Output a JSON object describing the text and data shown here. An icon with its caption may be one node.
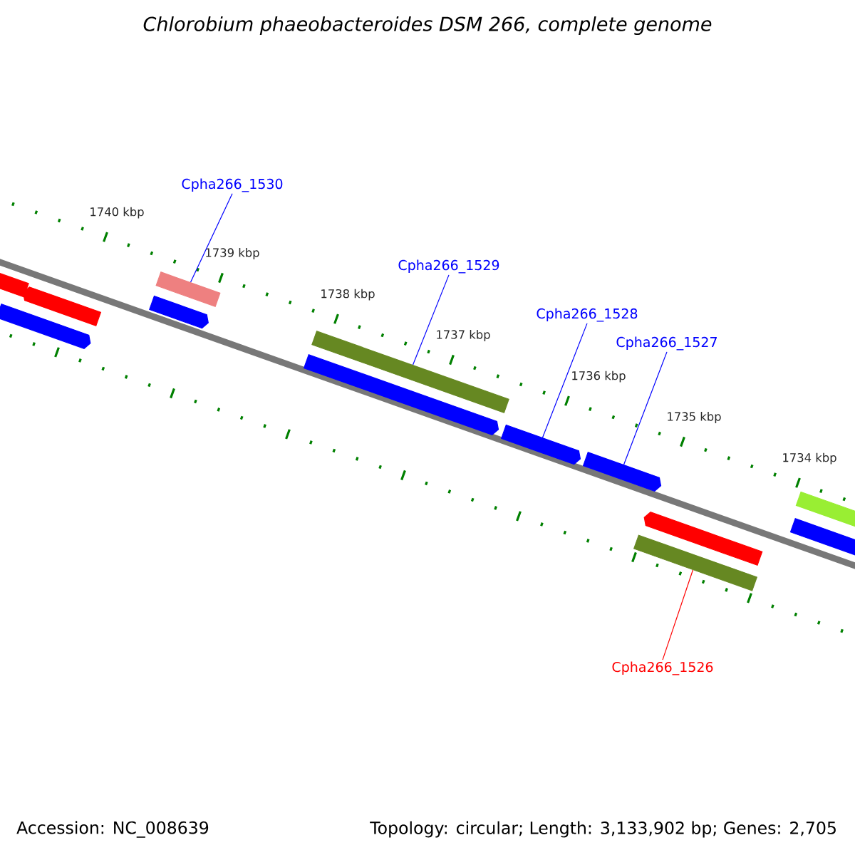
{
  "diagram": {
    "title": "Chlorobium phaeobacteroides DSM 266, complete genome",
    "nodes": [
      {
        "text": [
          "Cpha266_1530"
        ]
      },
      {
        "text": [
          "Cpha266_1529"
        ]
      },
      {
        "text": [
          "Cpha266_1528"
        ]
      },
      {
        "text": [
          "Cpha266_1527"
        ]
      },
      {
        "text": [],
        "shape": "box"
      },
      {
        "text": [],
        "shape": "pentagon"
      },
      {
        "text": [],
        "shape": "pentagon"
      },
      {
        "text": [],
        "shape": "box"
      },
      {
        "text": [],
        "shape": "pentagon"
      },
      {
        "text": [],
        "shape": "box"
      },
      {
        "text": [],
        "shape": "pentagon"
      },
      {
        "text": [],
        "shape": "pentagon"
      },
      {
        "text": [],
        "shape": "pentagon"
      },
      {
        "text": [],
        "shape": "pentagon"
      },
      {
        "text": [],
        "shape": "box"
      },
      {
        "text": [],
        "shape": "box"
      },
      {
        "text": [],
        "shape": "box"
      },
      {
        "text": [
          "Cpha266_1526"
        ]
      }
    ],
    "edges": [
      {
        "from": 0,
        "to": 7,
        "arrow": "none"
      },
      {
        "from": 1,
        "to": 9,
        "arrow": "none"
      },
      {
        "from": 2,
        "to": 11,
        "arrow": "none"
      },
      {
        "from": 3,
        "to": 12,
        "arrow": "none"
      },
      {
        "from": 17,
        "to": 14,
        "arrow": "none",
        "color": "#ff0000"
      }
    ],
    "labels": [
      "1740 kbp",
      "1739 kbp",
      "1738 kbp",
      "1737 kbp",
      "1736 kbp",
      "1735 kbp",
      "1734 kbp",
      "Accession: NC_008639",
      "Topology: circular; Length: 3,133,902 bp; Genes: 2,705"
    ]
  }
}
